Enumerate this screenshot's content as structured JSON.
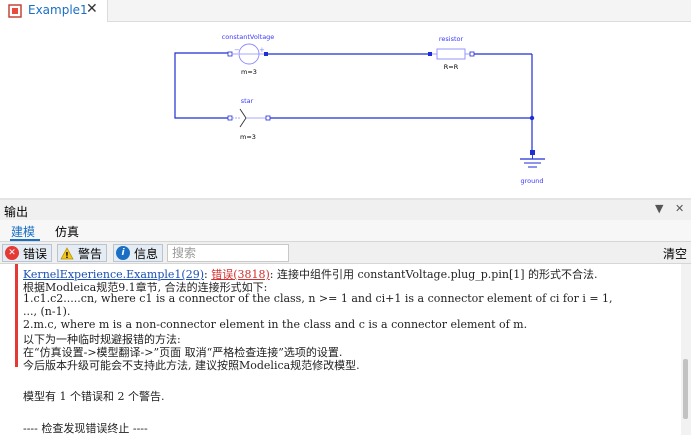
{
  "tab": {
    "label": "Example1",
    "close": "✕"
  },
  "diagram": {
    "constantVoltage": {
      "name": "constantVoltage",
      "param": "m=3"
    },
    "resistor": {
      "name": "resistor",
      "param": "R=R"
    },
    "star": {
      "name": "star",
      "param": "m=3"
    },
    "ground": {
      "name": "ground"
    },
    "wire_color": "#1f2dd6",
    "label_color": "#3a3aff"
  },
  "output": {
    "title": "输出",
    "controls": {
      "menu": "▼",
      "close": "✕"
    },
    "tabs": {
      "modeling": "建模",
      "simulation": "仿真"
    },
    "filters": {
      "error": "错误",
      "warning": "警告",
      "info": "信息"
    },
    "search_placeholder": "搜索",
    "clear": "清空",
    "message": {
      "link": "KernelExperience.Example1(29)",
      "sep1": ": ",
      "error_tag": "错误(3818)",
      "text": ": 连接中组件引用 constantVoltage.plug_p.pin[1] 的形式不合法.",
      "lines": [
        "根据Modleica规范9.1章节, 合法的连接形式如下:",
        "1.c1.c2.....cn, where c1 is a connector of the class, n >= 1 and ci+1 is a connector element of ci for i = 1,",
        "..., (n-1).",
        "2.m.c, where m is a non-connector element in the class and c is a connector element of m.",
        "以下为一种临时规避报错的方法:",
        "在“仿真设置->模型翻译->”页面 取消“严格检查连接”选项的设置.",
        "今后版本升级可能会不支持此方法, 建议按照Modelica规范修改模型."
      ]
    },
    "summary": "模型有 1 个错误和 2 个警告.",
    "footer": "---- 检查发现错误终止 ----"
  },
  "colors": {
    "accent": "#1a6fc4",
    "error": "#e53935",
    "link": "#1a4fb5"
  }
}
